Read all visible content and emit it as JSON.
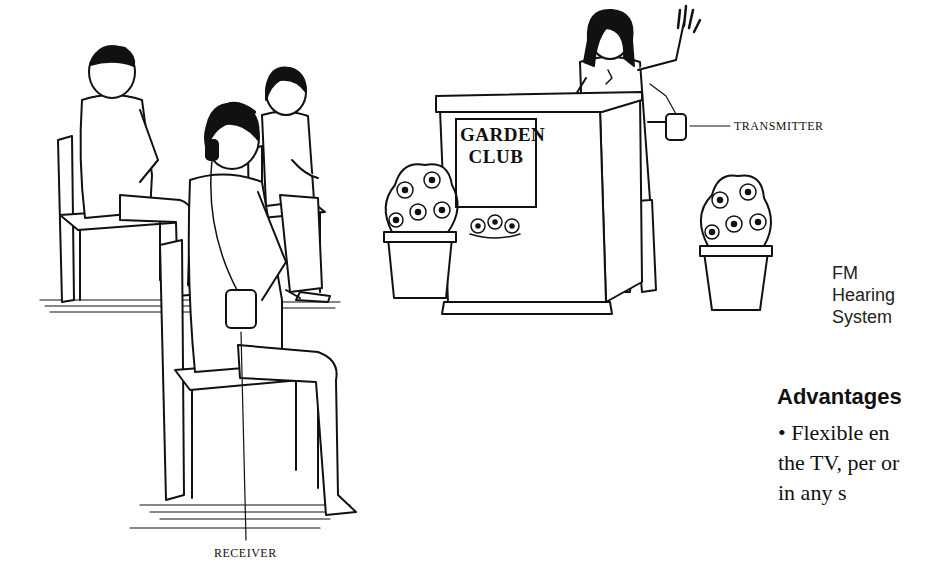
{
  "diagram": {
    "nodes": [
      {
        "text": [
          "GARDEN CLUB"
        ]
      }
    ],
    "labels": [
      "TRANSMITTER",
      "RECEIVER",
      "FM Hearing System",
      "Advantages",
      "• Flexible en the TV, per or in any s"
    ]
  }
}
